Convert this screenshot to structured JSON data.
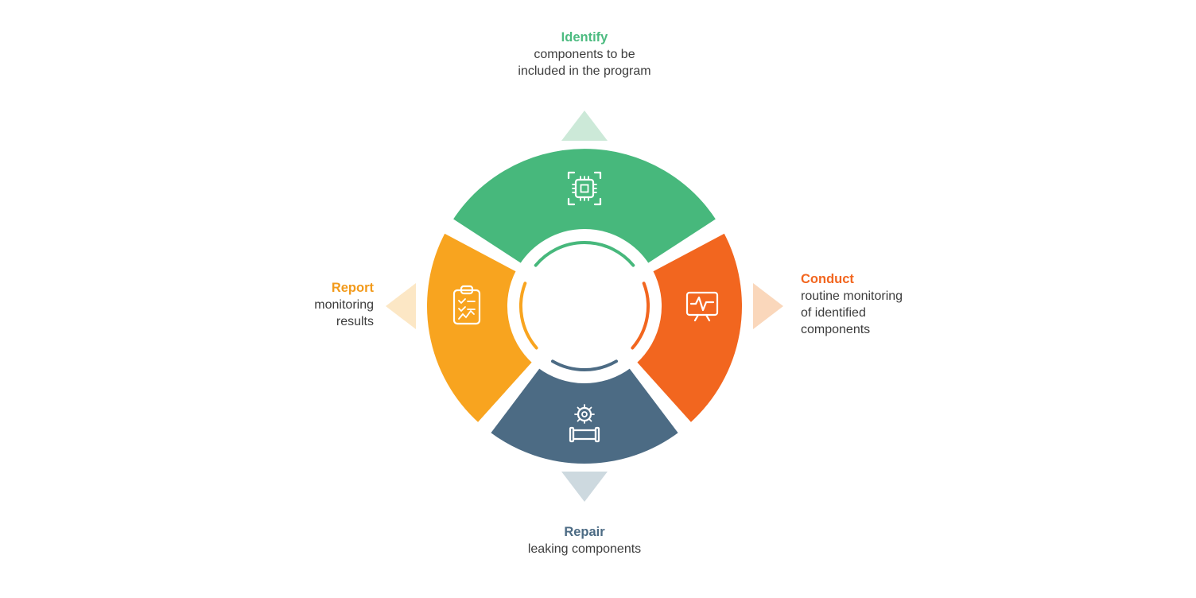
{
  "page": {
    "background": "#ffffff",
    "body_text_color": "#3d3d3d"
  },
  "segments": {
    "identify": {
      "heading": "Identify",
      "lines": [
        "components to be",
        "included in the program"
      ],
      "color": "#47b87c",
      "heading_color": "#4cbb80",
      "arrow_color": "#cce9d8",
      "icon": "chip-icon",
      "position": "top"
    },
    "conduct": {
      "heading": "Conduct",
      "lines": [
        "routine monitoring",
        "of identified",
        "components"
      ],
      "color": "#f2661f",
      "heading_color": "#f2661f",
      "arrow_color": "#fad7bb",
      "icon": "monitor-pulse-icon",
      "position": "right"
    },
    "repair": {
      "heading": "Repair",
      "lines": [
        "leaking components"
      ],
      "color": "#4c6b84",
      "heading_color": "#4c6b84",
      "arrow_color": "#cdd9df",
      "icon": "gear-pipe-icon",
      "position": "bottom"
    },
    "report": {
      "heading": "Report",
      "lines": [
        "monitoring",
        "results"
      ],
      "color": "#f8a41f",
      "heading_color": "#f29a1b",
      "arrow_color": "#fce7c5",
      "icon": "clipboard-checklist-icon",
      "position": "left"
    }
  }
}
